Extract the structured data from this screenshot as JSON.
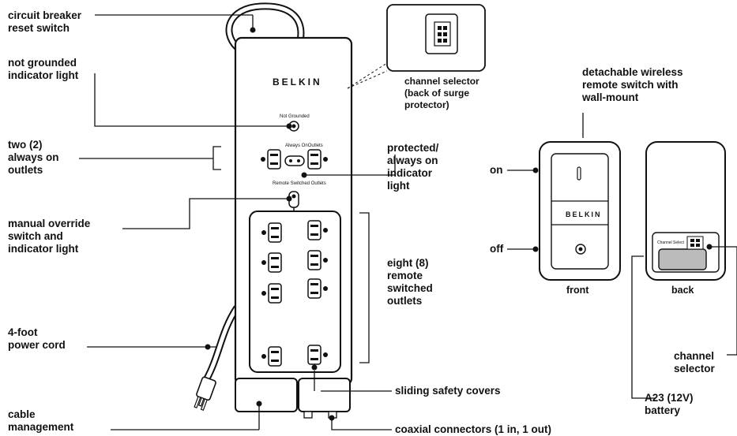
{
  "labels": {
    "circuit_breaker": [
      "circuit breaker",
      "reset switch"
    ],
    "not_grounded_light": [
      "not grounded",
      "indicator light"
    ],
    "two_outlets": [
      "two (2)",
      "always on",
      "outlets"
    ],
    "manual_override": [
      "manual override",
      "switch and",
      "indicator light"
    ],
    "power_cord": [
      "4-foot",
      "power cord"
    ],
    "cable_management": [
      "cable",
      "management"
    ],
    "channel_selector_back": [
      "channel selector",
      "(back of surge",
      "protector)"
    ],
    "protected_light": [
      "protected/",
      "always on",
      "indicator",
      "light"
    ],
    "eight_outlets": [
      "eight (8)",
      "remote",
      "switched",
      "outlets"
    ],
    "sliding_covers": "sliding safety covers",
    "coaxial": "coaxial connectors (1 in, 1 out)",
    "remote_title": [
      "detachable wireless",
      "remote switch with",
      "wall-mount"
    ],
    "on": "on",
    "off": "off",
    "front": "front",
    "back": "back",
    "remote_channel_selector": [
      "channel",
      "selector"
    ],
    "battery": [
      "A23 (12V)",
      "battery"
    ]
  },
  "device_text": {
    "brand": "BELKIN",
    "not_grounded": "Not Grounded",
    "always_on_outlets": [
      "Always On",
      "Outlets"
    ],
    "remote_switched_outlets": "Remote Switched Outlets",
    "remote_brand": "BELKIN",
    "remote_channel_select": "Channel Select"
  },
  "colors": {
    "ink": "#111111",
    "body": "#2b2b2b",
    "panel": "#ffffff"
  }
}
